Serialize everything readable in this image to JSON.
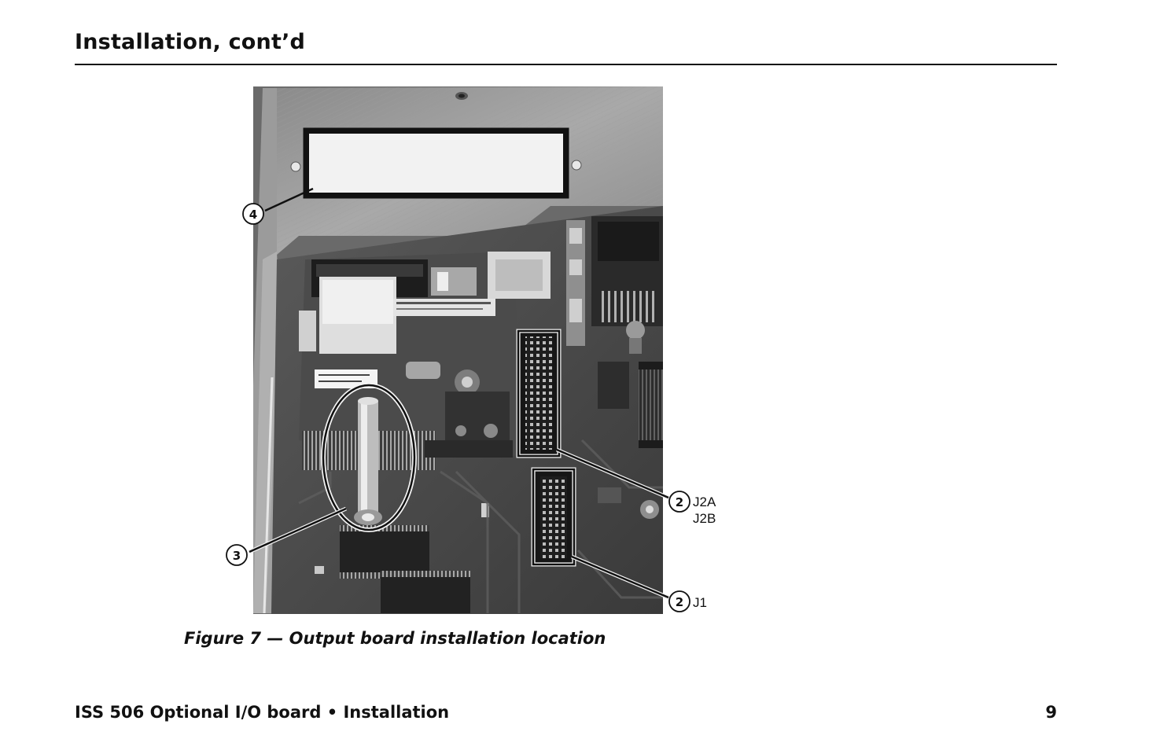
{
  "page": {
    "heading": "Installation, cont’d",
    "footer_left": "ISS 506 Optional I/O board • Installation",
    "page_number": "9"
  },
  "figure": {
    "caption": "Figure 7 — Output board installation location",
    "callouts": [
      {
        "number": "4"
      },
      {
        "number": "3"
      },
      {
        "number": "2",
        "labels": [
          "J2A",
          "J2B"
        ]
      },
      {
        "number": "2",
        "labels": [
          "J1"
        ]
      }
    ]
  },
  "colors": {
    "text": "#111111",
    "photo_dark": "#2e2e2e",
    "photo_mid": "#7a7a7a",
    "photo_light": "#c8c8c8"
  }
}
